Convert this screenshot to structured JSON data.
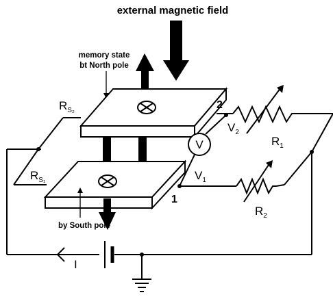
{
  "title": "external magnetic field",
  "notes": {
    "north_line1": "memory state",
    "north_line2": "bt North pole",
    "south": "by South pole"
  },
  "labels": {
    "rs2_base": "R",
    "rs2_sub": "S₂",
    "rs1_base": "R",
    "rs1_sub": "S₁",
    "node2": "2",
    "node1": "1",
    "v2_base": "V",
    "v2_sub": "2",
    "v1_base": "V",
    "v1_sub": "1",
    "r1_base": "R",
    "r1_sub": "1",
    "r2_base": "R",
    "r2_sub": "2",
    "voltmeter": "V",
    "current": "I"
  },
  "icons": {
    "field_arrow": "down-arrow-icon",
    "north_arrow": "up-arrow-icon",
    "south_arrow": "down-arrow-icon",
    "into_page": "circled-x-icon",
    "battery": "battery-icon",
    "ground": "ground-icon",
    "variable_resistor": "variable-resistor-icon"
  }
}
